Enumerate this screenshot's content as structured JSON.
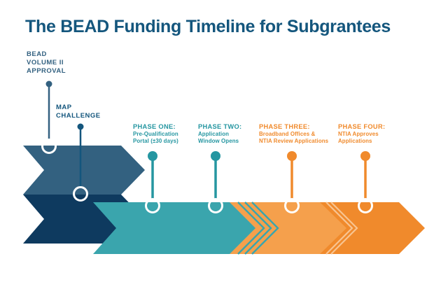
{
  "title": "The BEAD Funding Timeline for Subgrantees",
  "colors": {
    "title_blue": "#14567D",
    "steel_blue": "#336180",
    "navy": "#0E3A5F",
    "map_blue": "#14567D",
    "teal": "#3AA5AD",
    "teal_deep": "#2596A1",
    "orange": "#F08A2C",
    "orange_light": "#F5A04C",
    "orange_stripe": "#F8C491",
    "white": "#FFFFFF"
  },
  "milestones": {
    "bead": {
      "l1": "BEAD",
      "l2": "VOLUME II",
      "l3": "APPROVAL"
    },
    "map": {
      "l1": "MAP",
      "l2": "CHALLENGE"
    },
    "phase1": {
      "l1": "PHASE ONE:",
      "l2": "Pre-Qualification",
      "l3": "Portal (±30 days)"
    },
    "phase2": {
      "l1": "PHASE TWO:",
      "l2": "Application",
      "l3": "Window Opens"
    },
    "phase3": {
      "l1": "PHASE THREE:",
      "l2": "Broadband Offices &",
      "l3": "NTIA Review Applications"
    },
    "phase4": {
      "l1": "PHASE FOUR:",
      "l2": "NTIA Approves",
      "l3": "Applications"
    }
  }
}
